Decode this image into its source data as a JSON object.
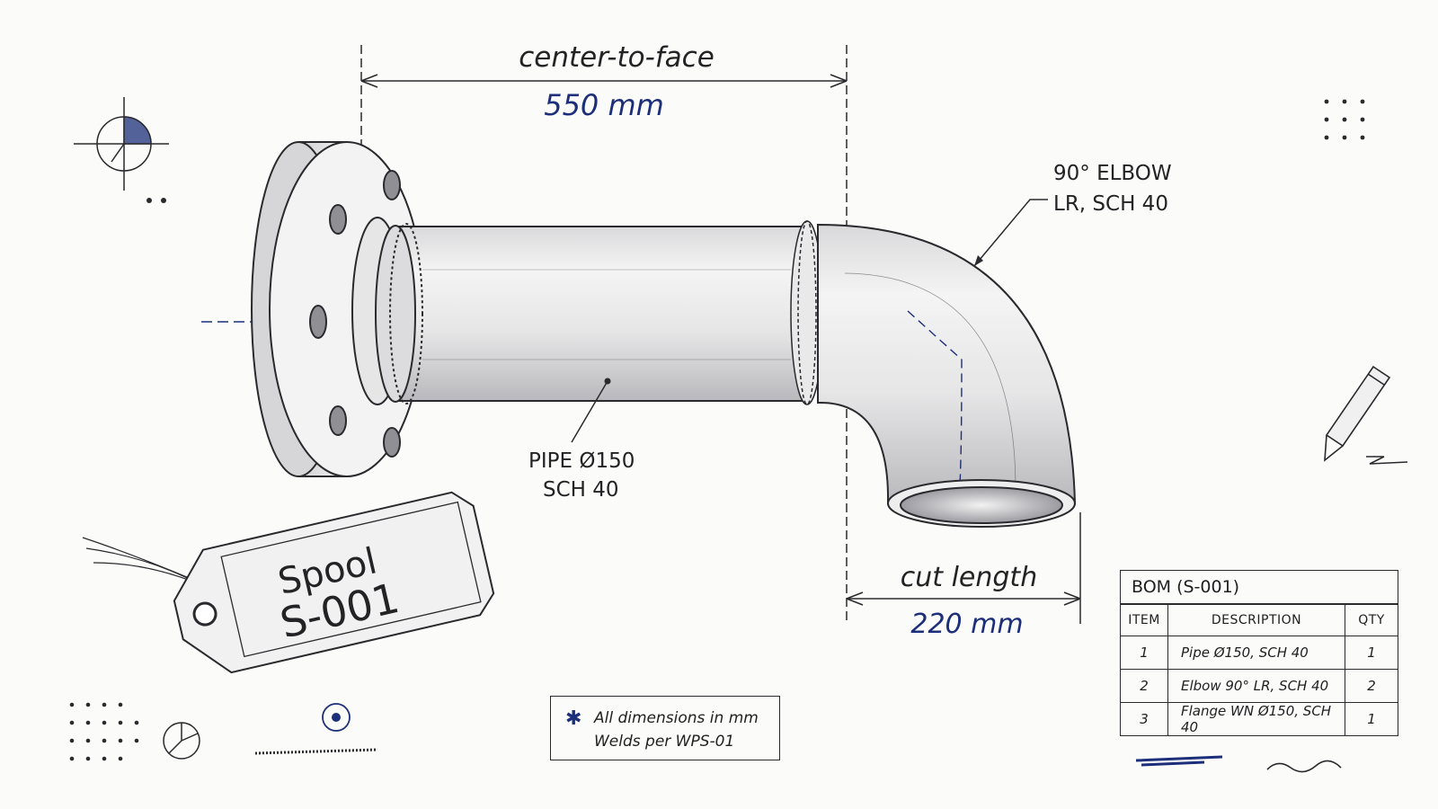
{
  "dimensions": {
    "center_to_face": {
      "label": "center-to-face",
      "value": "550 mm"
    },
    "cut_length": {
      "label": "cut length",
      "value": "220 mm"
    }
  },
  "callouts": {
    "elbow": [
      "90° ELBOW",
      "LR, SCH 40"
    ],
    "pipe": [
      "PIPE Ø150",
      "SCH 40"
    ]
  },
  "tag": {
    "line1": "Spool",
    "line2": "S-001"
  },
  "note": {
    "line1": "All dimensions in mm",
    "line2": "Welds per WPS-01"
  },
  "bom": {
    "title": "BOM (S-001)",
    "columns": [
      "ITEM",
      "DESCRIPTION",
      "QTY"
    ],
    "rows": [
      {
        "item": "1",
        "description": "Pipe Ø150, SCH 40",
        "qty": "1"
      },
      {
        "item": "2",
        "description": "Elbow 90° LR, SCH 40",
        "qty": "2"
      },
      {
        "item": "3",
        "description": "Flange WN Ø150, SCH 40",
        "qty": "1"
      }
    ]
  },
  "colors": {
    "ink": "#232326",
    "accent_blue": "#1d2f7a",
    "paper": "#fbfbfa"
  }
}
